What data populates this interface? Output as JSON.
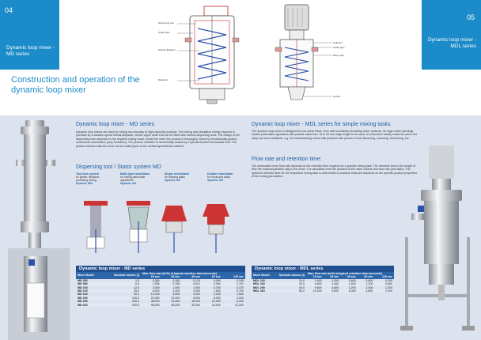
{
  "page_left": {
    "number": "04",
    "subtitle": "Dynamic loop mixer - MD series"
  },
  "page_right": {
    "number": "05",
    "subtitle": "Dynamic loop mixer - MDL series"
  },
  "main_title": "Construction and operation of the dynamic loop mixer",
  "diagram_left_labels": [
    "Dispersing tool",
    "Outlet pipe",
    "Helical displacer",
    "Deflector"
  ],
  "diagram_right_labels": [
    "Collector",
    "Outlet pipe",
    "Mixer pipe",
    "Nozzle"
  ],
  "md_section": {
    "title": "Dynamic loop mixer - MD series",
    "body": "Dynamic loop mixers are used for mixing low-viscosity to high-viscosity products. The mixing and circulation energy required is provided by a variable-speed helical displacer, whose upper shaft end can be fitted with various dispersing tools. The design of the dispersing tools depends on the required mixing result. Inside the mixer the product is thoroughly mixed by mechanically-guided, continuous recirculation (loop formation). The product chamber is hermetically sealed by a special flushed mechanical seal. The product mixture exits the mixer via the outlet pipes of the central-symmetrical collector."
  },
  "dispersing": {
    "title": "Dispersing tool / Stator system MD",
    "tools": [
      {
        "name": "Tool-less system",
        "desc": "for gentle, structure-protecting mixing",
        "system": "System: WO"
      },
      {
        "name": "Multi-type rotor/stator",
        "desc": "for mixing particulate ingredients",
        "system": "System: AG"
      },
      {
        "name": "Single rotor/stator",
        "desc": "for foaming tasks",
        "system": "System: SS"
      },
      {
        "name": "Double rotor/stator",
        "desc": "for emulsions tasks",
        "system": "System: DS"
      }
    ]
  },
  "md_table": {
    "title": "Dynamic loop mixer - MD series",
    "headers": [
      "Mixer Model",
      "Nominal volume (l)",
      "15 sec",
      "30 sec",
      "45 sec",
      "60 sec",
      "120 sec"
    ],
    "group_header": "Max. flow rate (m³/h) at typical retention time (seconds)",
    "rows": [
      [
        "MD 050",
        "1,5",
        "0,360",
        "0,180",
        "0,120",
        "0,090",
        "0,045"
      ],
      [
        "MD 080",
        "6,4",
        "1,536",
        "0,768",
        "0,512",
        "0,384",
        "0,192"
      ],
      [
        "MD 100",
        "12,5",
        "3,000",
        "1,500",
        "1,000",
        "0,750",
        "0,375"
      ],
      [
        "MD 125",
        "25,0",
        "6,000",
        "3,000",
        "2,000",
        "1,500",
        "0,750"
      ],
      [
        "MD 160",
        "50,0",
        "12,000",
        "6,000",
        "4,000",
        "3,000",
        "1,500"
      ],
      [
        "MD 200",
        "100,0",
        "24,000",
        "12,000",
        "8,000",
        "6,000",
        "3,000"
      ],
      [
        "MD 250",
        "200,0",
        "48,000",
        "24,000",
        "16,000",
        "12,000",
        "6,000"
      ],
      [
        "MD 320",
        "400,0",
        "96,000",
        "48,000",
        "32,000",
        "24,000",
        "12,000"
      ]
    ]
  },
  "mdl_section": {
    "title": "Dynamic loop mixer - MDL series for simple mixing tasks",
    "body": "The dynamic loop mixer is designed for low-shear flows, even with constantly circulating mixer contents. Its large outlet openings enable particulate ingredients with particle sizes from 15 to 20 mm edge length to be used. It is therefore ideally suited for use in the dairy and food industries, e.g. for manufacturing mixed milk products with pieces of fruit, flavouring, colouring, fermenting, etc."
  },
  "flow_section": {
    "title": "Flow rate and retention time:",
    "body": "The achievable mixer flow rate depends on the retention time required for a specific mixing task. The retention time is the length of time the material particles stay in the mixer. It is calculated from the quotient of the mixer volume and flow rate (see table). The optimum retention time for the respective mixing task is determined in practical trials and depends on the specific product properties of the mixing parameters."
  },
  "mdl_table": {
    "title": "Dynamic loop mixer - MDL series",
    "headers": [
      "Mixer Model",
      "Nominal volume (l)",
      "15 sec",
      "30 sec",
      "45 sec",
      "60 sec",
      "120 sec"
    ],
    "group_header": "Max. flow rate (m³/h) at typical retention time (seconds)",
    "rows": [
      [
        "MDL 160",
        "10,0",
        "2,400",
        "1,200",
        "0,800",
        "0,600",
        "0,300"
      ],
      [
        "MDL 200",
        "20,0",
        "4,800",
        "2,400",
        "1,600",
        "1,200",
        "0,600"
      ],
      [
        "MDL 250",
        "40,0",
        "9,600",
        "4,800",
        "3,200",
        "2,400",
        "1,200"
      ],
      [
        "MDL 320",
        "80,0",
        "19,200",
        "9,600",
        "6,400",
        "4,800",
        "2,400"
      ]
    ]
  }
}
